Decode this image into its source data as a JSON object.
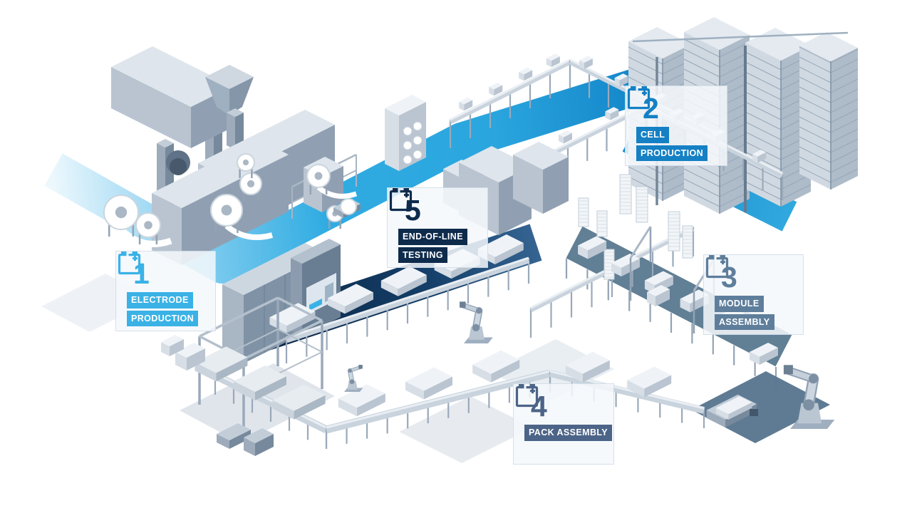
{
  "stations": [
    {
      "id": "electrode-production",
      "number": "1",
      "label_line1": "ELECTRODE",
      "label_line2": "PRODUCTION",
      "color": "#3ab2e6"
    },
    {
      "id": "cell-production",
      "number": "2",
      "label_line1": "CELL",
      "label_line2": "PRODUCTION",
      "color": "#1580c4"
    },
    {
      "id": "module-assembly",
      "number": "3",
      "label_line1": "MODULE",
      "label_line2": "ASSEMBLY",
      "color": "#5e7e9b"
    },
    {
      "id": "pack-assembly",
      "number": "4",
      "label_line1": "PACK ASSEMBLY",
      "label_line2": "",
      "color": "#4c6487"
    },
    {
      "id": "end-of-line-testing",
      "number": "5",
      "label_line1": "END-OF-LINE",
      "label_line2": "TESTING",
      "color": "#0e2b4c"
    }
  ],
  "icons": {
    "station_icon": "battery-icon"
  },
  "palette": {
    "background": "#ffffff",
    "band_azure": "#2aa7e0",
    "band_deep_blue": "#1586c9",
    "band_navy": "#0e2b4c",
    "band_slate": "#59788f",
    "machine_gray": "#b9c4d0",
    "machine_shadow": "#90a0b2"
  }
}
